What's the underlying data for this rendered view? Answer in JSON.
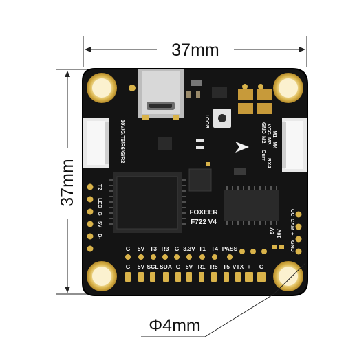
{
  "dimensions": {
    "width_label": "37mm",
    "height_label": "37mm",
    "hole_label": "Φ4mm"
  },
  "board": {
    "brand": "FOXEER",
    "model": "F722 V4",
    "boot_label": "BOOT",
    "left_pad_labels": [
      "T2",
      "LED",
      "G",
      "5V",
      "B-"
    ],
    "left_connector_label": "10V/G/T6/R6/G/R2",
    "right_connector_labels": [
      "GND",
      "VCC",
      "M1",
      "M2",
      "M3",
      "M4",
      "Curr",
      "RX4"
    ],
    "right_pad_labels": [
      "CC",
      "CAM",
      "+",
      "GND"
    ],
    "mid_pad_labels": [
      "5V",
      "10V"
    ],
    "top_row_labels": [
      "G",
      "5V",
      "T3",
      "R3",
      "G",
      "3.3V",
      "T1",
      "T4",
      "PASS"
    ],
    "bottom_row_labels": [
      "G",
      "5V",
      "SCL",
      "SDA",
      "G",
      "5V",
      "R1",
      "R5",
      "T5",
      "VTX",
      "+",
      "G"
    ]
  },
  "colors": {
    "pcb": "#141414",
    "gold": "#d9b34a",
    "pad_light": "#f6e7ad",
    "usb": "#bdbdbd",
    "connector": "#e9e9e9",
    "dimension_line": "#222222"
  }
}
